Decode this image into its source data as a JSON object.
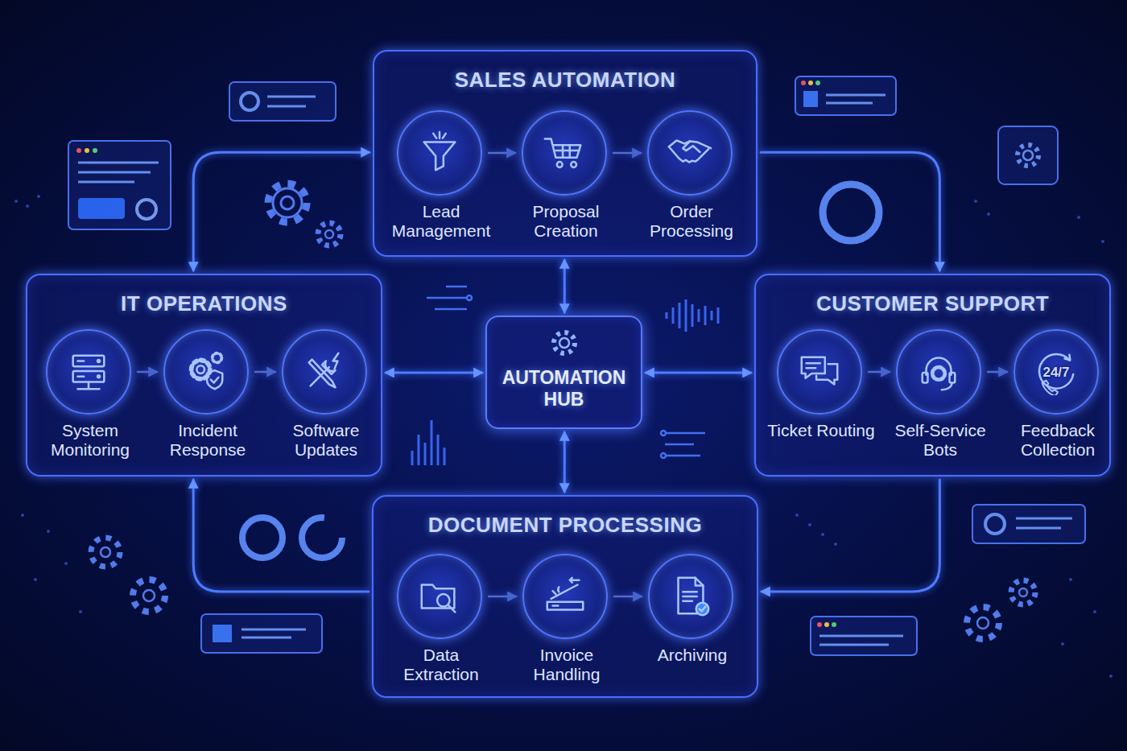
{
  "diagram": {
    "nodes": [
      {
        "text": [
          "SALES AUTOMATION"
        ]
      },
      {
        "text": [
          "Lead Management"
        ],
        "in": 0
      },
      {
        "text": [
          "Proposal Creation"
        ],
        "in": 0
      },
      {
        "text": [
          "Order Processing"
        ],
        "in": 0
      },
      {
        "text": [
          "IT OPERATIONS"
        ]
      },
      {
        "text": [
          "System Monitoring"
        ],
        "in": 4
      },
      {
        "text": [
          "Incident Response"
        ],
        "in": 4
      },
      {
        "text": [
          "Software Updates"
        ],
        "in": 4
      },
      {
        "text": [
          "AUTOMATION HUB"
        ]
      },
      {
        "text": [
          "CUSTOMER SUPPORT"
        ]
      },
      {
        "text": [
          "Ticket Routing"
        ],
        "in": 9
      },
      {
        "text": [
          "Self-Service Bots"
        ],
        "in": 9
      },
      {
        "text": [
          "24/7",
          "Feedback Collection"
        ],
        "in": 9
      },
      {
        "text": [
          "DOCUMENT PROCESSING"
        ]
      },
      {
        "text": [
          "Data Extraction"
        ],
        "in": 13
      },
      {
        "text": [
          "Invoice Handling"
        ],
        "in": 13
      },
      {
        "text": [
          "Archiving"
        ],
        "in": 13
      }
    ],
    "edges": [
      {
        "from": 1,
        "to": 2,
        "arrow": "to"
      },
      {
        "from": 2,
        "to": 3,
        "arrow": "to"
      },
      {
        "from": 5,
        "to": 6,
        "arrow": "to"
      },
      {
        "from": 6,
        "to": 7,
        "arrow": "to"
      },
      {
        "from": 10,
        "to": 11,
        "arrow": "to"
      },
      {
        "from": 11,
        "to": 12,
        "arrow": "to"
      },
      {
        "from": 14,
        "to": 15,
        "arrow": "to"
      },
      {
        "from": 15,
        "to": 16,
        "arrow": "to"
      },
      {
        "from": 4,
        "to": 0,
        "arrow": "both"
      },
      {
        "from": 0,
        "to": 9,
        "arrow": "to"
      },
      {
        "from": 9,
        "to": 13,
        "arrow": "to"
      },
      {
        "from": 13,
        "to": 4,
        "arrow": "to"
      },
      {
        "from": 0,
        "to": 8,
        "arrow": "both"
      },
      {
        "from": 4,
        "to": 8,
        "arrow": "both"
      },
      {
        "from": 8,
        "to": 9,
        "arrow": "both"
      },
      {
        "from": 13,
        "to": 8,
        "arrow": "both"
      }
    ]
  }
}
